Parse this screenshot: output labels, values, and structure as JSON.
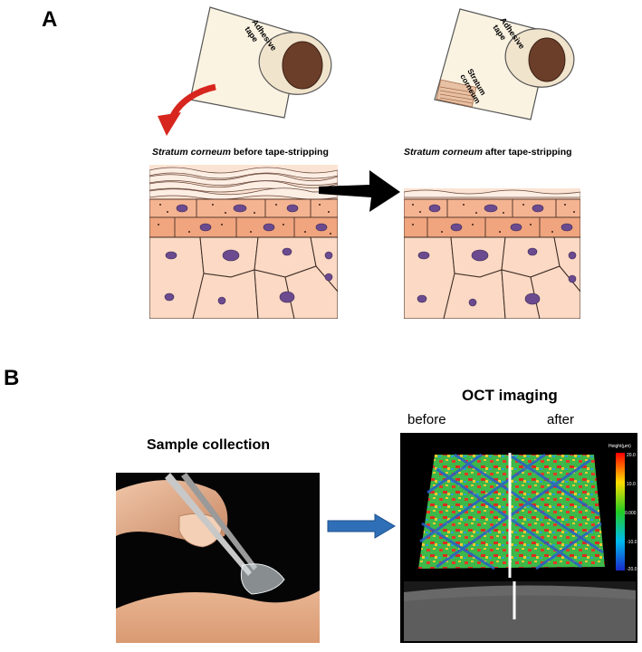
{
  "panels": {
    "a": {
      "letter": "A",
      "tape_label_line1": "Adhesive",
      "tape_label_line2": "tape",
      "sc_label_line1": "Stratum",
      "sc_label_line2": "corneum",
      "caption_before_italic": "Stratum corneum",
      "caption_before_rest": " before tape-stripping",
      "caption_after_italic": "Stratum corneum",
      "caption_after_rest": " after tape-stripping"
    },
    "b": {
      "letter": "B",
      "sample_title": "Sample collection",
      "oct_title": "OCT imaging",
      "oct_before": "before",
      "oct_after": "after",
      "colorbar_title": "Height(µm)",
      "colorbar_ticks": [
        "20.0",
        "10.0",
        "0.000",
        "-10.0",
        "-20.0"
      ]
    }
  },
  "colors": {
    "red_arrow": "#d7261e",
    "black_arrow": "#000000",
    "blue_arrow": "#2f6fb7",
    "cell_fill": "#f9d6bf",
    "basal_fill": "#f3a985",
    "nucleus": "#6b4a8f",
    "tape_brown": "#6b3e2a"
  }
}
